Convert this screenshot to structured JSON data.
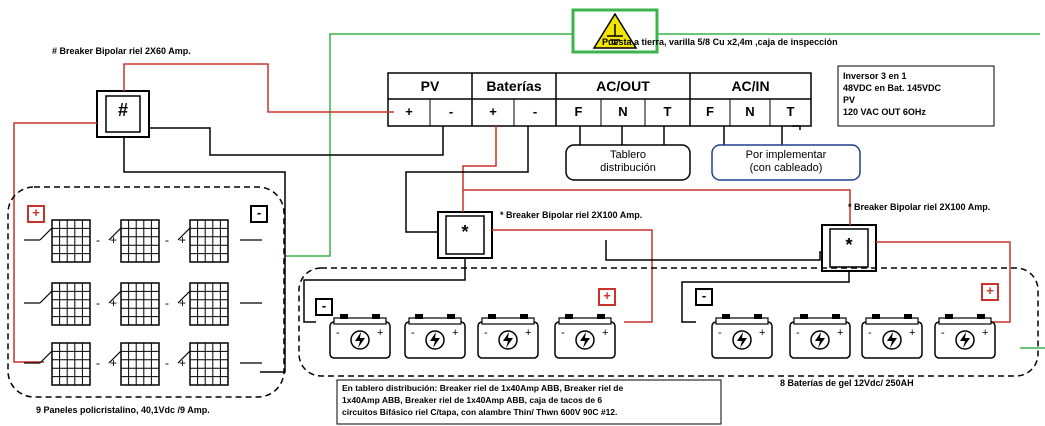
{
  "ground": {
    "label": "Puesta a tierra, varilla 5/8 Cu x2,4m ,caja de inspección"
  },
  "inverter": {
    "headers": [
      "PV",
      "Baterías",
      "AC/OUT",
      "AC/IN"
    ],
    "terminals": [
      "+",
      "-",
      "+",
      "-",
      "F",
      "N",
      "T",
      "F",
      "N",
      "T"
    ],
    "info": [
      "Inversor 3 en 1",
      "48VDC en Bat. 145VDC",
      "PV",
      "120 VAC OUT 6OHz"
    ]
  },
  "breakers": {
    "pv_label": "# Breaker Bipolar riel  2X60 Amp.",
    "pv_symbol": "#",
    "bat1_label": "* Breaker Bipolar riel  2X100 Amp.",
    "bat2_label": "* Breaker Bipolar riel  2X100 Amp.",
    "bat_symbol": "*"
  },
  "boxes": {
    "tablero": "Tablero distribución",
    "tablero_line1": "Tablero",
    "tablero_line2": "distribución",
    "implementar_line1": "Por implementar",
    "implementar_line2": "(con cableado)"
  },
  "panels": {
    "caption": "9  Paneles policristalino, 40,1Vdc /9 Amp.",
    "plus": "+",
    "minus": "-"
  },
  "batteries": {
    "caption": "8 Baterías de gel  12Vdc/ 250AH",
    "plus": "+",
    "minus": "-"
  },
  "note": {
    "lines": [
      "En tablero distribución: Breaker riel de 1x40Amp ABB, Breaker riel de",
      "1x40Amp ABB, Breaker riel de 1x40Amp ABB,  caja de tacos de 6",
      "circuitos Bifásico riel C/tapa, con alambre Thin/ Thwn 600V 90C #12."
    ]
  },
  "colors": {
    "red": "#c8342c",
    "green": "#3cb44b",
    "black": "#000000",
    "yellow": "#f2e600",
    "blue_box": "#1f3f8f"
  }
}
